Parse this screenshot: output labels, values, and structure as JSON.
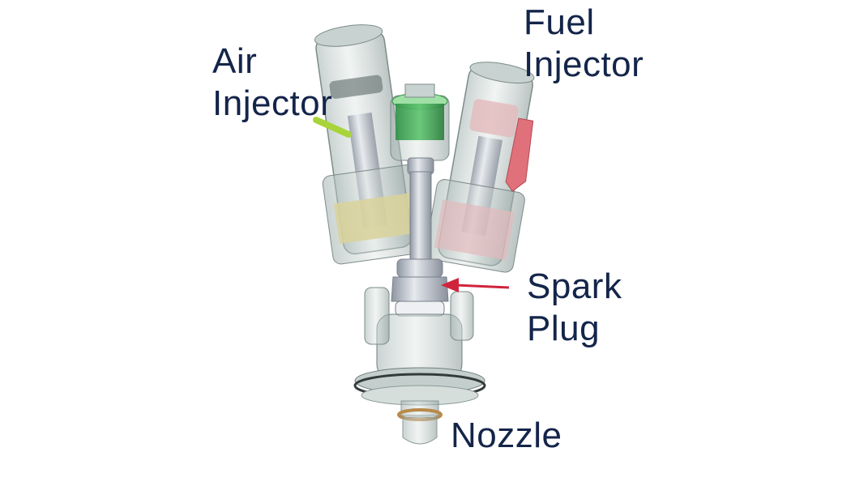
{
  "diagram": {
    "type": "labeled-3d-component-illustration",
    "subject": "injector assembly with spark plug",
    "labels": {
      "air_injector": {
        "line1": "Air",
        "line2": "Injector"
      },
      "fuel_injector": {
        "line1": "Fuel",
        "line2": "Injector"
      },
      "spark_plug": {
        "line1": "Spark",
        "line2": "Plug"
      },
      "nozzle": {
        "line1": "Nozzle"
      }
    },
    "colors": {
      "label_text": "#14254a",
      "pointer_arrow": "#d0243c",
      "air_injector_band": "#d9d29a",
      "air_line_tube": "#a8d43a",
      "fuel_injector_band": "#e3b9bc",
      "fuel_connector": "#e0707a",
      "center_cap": "#3fae55",
      "nozzle_ring": "#b98a4a",
      "housing": "#b9c6c4",
      "spark_plug_metal": "#cfd3da"
    }
  }
}
